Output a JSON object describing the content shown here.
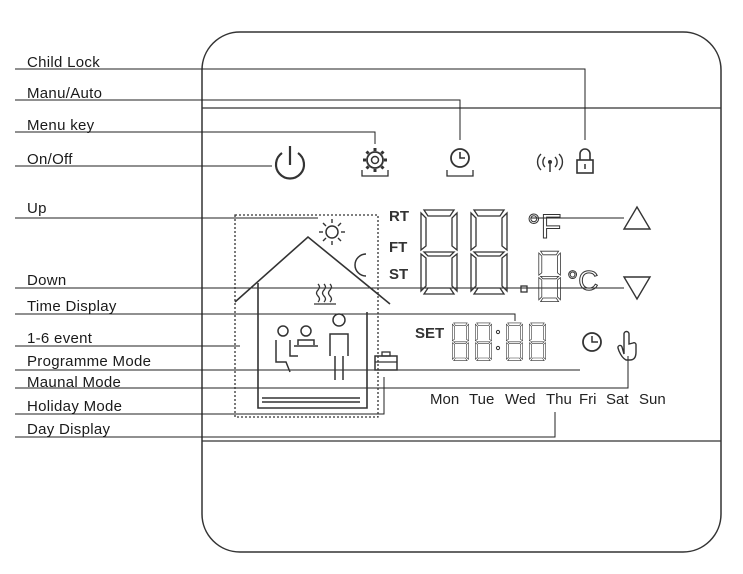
{
  "labels": {
    "child_lock": "Child Lock",
    "manu_auto": "Manu/Auto",
    "menu_key": "Menu key",
    "on_off": "On/Off",
    "up": "Up",
    "down": "Down",
    "time_display": "Time Display",
    "event": "1-6 event",
    "programme_mode": "Programme Mode",
    "manual_mode": "Maunal Mode",
    "holiday_mode": "Holiday Mode",
    "day_display": "Day Display"
  },
  "display": {
    "rt": "RT",
    "ft": "FT",
    "st": "ST",
    "set": "SET",
    "unit_f": "°F",
    "unit_c": "°C",
    "days": [
      "Mon",
      "Tue",
      "Wed",
      "Thu",
      "Fri",
      "Sat",
      "Sun"
    ]
  },
  "icons": [
    "power-icon",
    "gear-icon",
    "clock-icon",
    "wifi-icon",
    "lock-icon",
    "sun-icon",
    "moon-icon",
    "heat-icon",
    "people-icon",
    "suitcase-icon",
    "hand-icon",
    "up-arrow-icon",
    "down-arrow-icon"
  ]
}
